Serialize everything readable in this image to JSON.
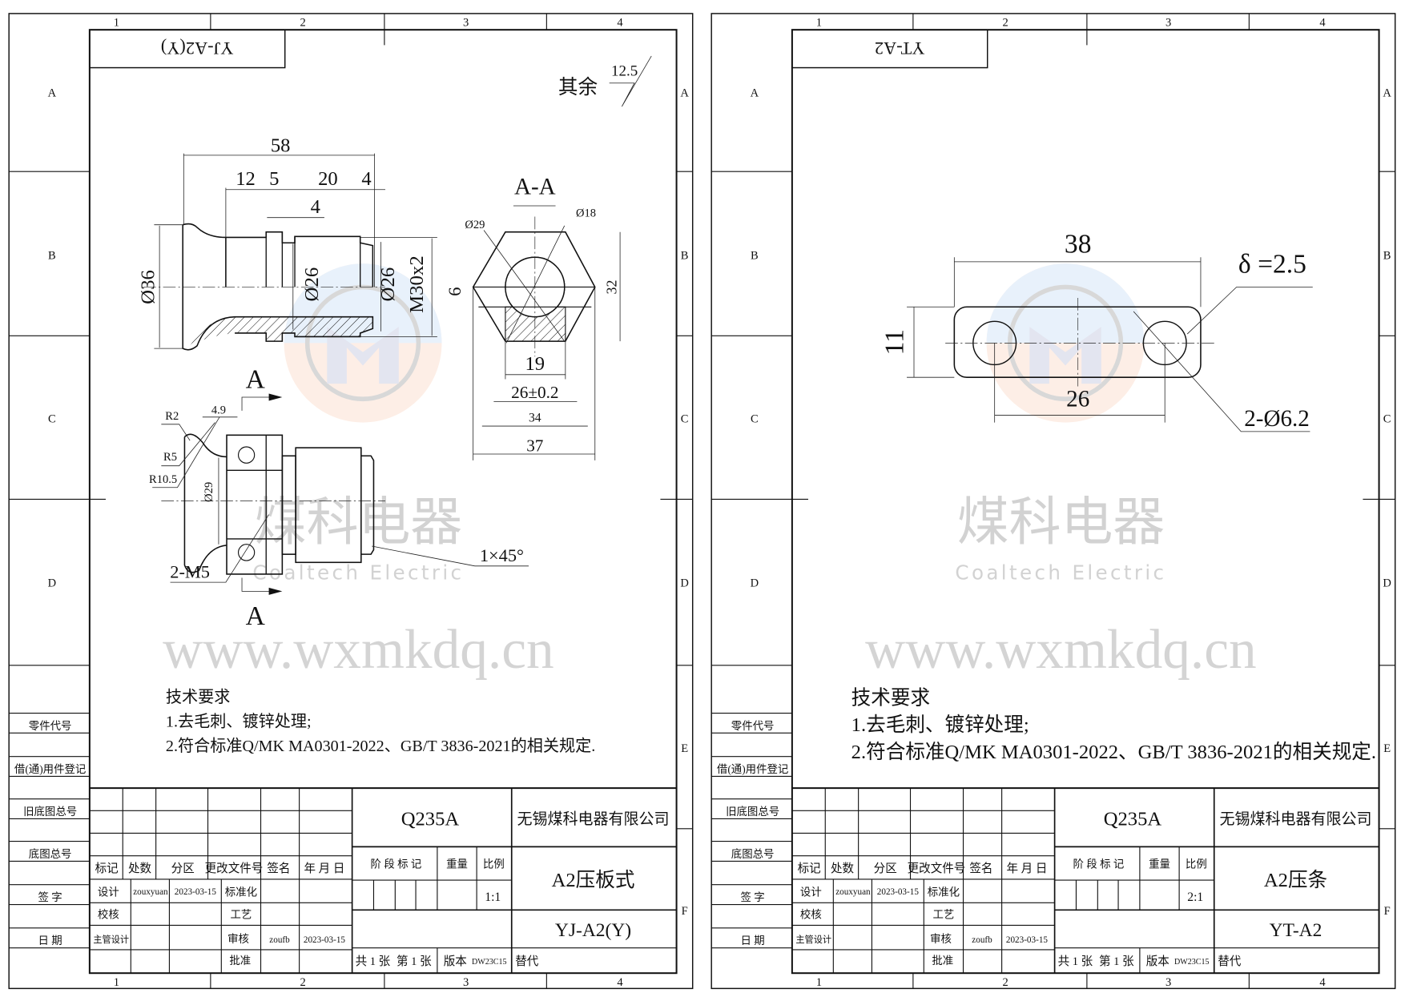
{
  "common": {
    "zone_columns": [
      "1",
      "2",
      "3",
      "4"
    ],
    "zone_rows": [
      "A",
      "B",
      "C",
      "D",
      "E",
      "F"
    ],
    "side_labels": [
      "零件代号",
      "借(通)用件登记",
      "旧底图总号",
      "底图总号",
      "签 字",
      "日 期"
    ],
    "revision_headers": [
      "标记",
      "处数",
      "分区",
      "更改文件号",
      "签名",
      "年 月 日"
    ],
    "labels": {
      "design": "设计",
      "check": "校核",
      "chief_design": "主管设计",
      "standardize": "标准化",
      "process": "工艺",
      "review": "审核",
      "approve": "批准",
      "stage_mark": "阶 段 标 记",
      "weight": "重量",
      "scale": "比例",
      "sheets_total": "共 1 张",
      "sheet_no": "第 1 张",
      "version": "版本",
      "replace": "替代"
    },
    "watermark": {
      "cn": "煤科电器",
      "en": "Coaltech Electric",
      "url": "www.wxmkdq.cn"
    },
    "tech_requirements": {
      "title": "技术要求",
      "items": [
        "1.去毛刺、镀锌处理;",
        "2.符合标准Q/MK MA0301-2022、GB/T 3836-2021的相关规定."
      ]
    }
  },
  "sheets": [
    {
      "stamp": "YJ-A2(Y)",
      "title_block": {
        "material": "Q235A",
        "company": "无锡煤科电器有限公司",
        "part_name": "A2压板式",
        "drawing_no": "YJ-A2(Y)",
        "scale": "1:1",
        "designer": "zouxyuan",
        "design_date": "2023-03-15",
        "reviewer": "zoufb",
        "review_date": "2023-03-15",
        "version": "DW23C15"
      },
      "drawing": {
        "roughness_label": "其余",
        "roughness_value": "12.5",
        "section_title": "A-A",
        "section_marker": "A",
        "dims": {
          "total": "58",
          "d12": "12",
          "d5": "5",
          "d20": "20",
          "d4a": "4",
          "d4b": "4",
          "dia36": "Ø36",
          "dia26a": "Ø26",
          "dia26b": "Ø26",
          "thread": "M30x2",
          "dia29": "Ø29",
          "dia18": "Ø18",
          "h6": "6",
          "h32": "32",
          "w19": "19",
          "w26": "26±0.2",
          "w34": "34",
          "w37": "37",
          "r2": "R2",
          "r5": "R5",
          "r105": "R10.5",
          "d49": "4.9",
          "dia29b": "Ø29",
          "m5": "2-M5",
          "chamfer": "1×45°"
        }
      }
    },
    {
      "stamp": "YT-A2",
      "title_block": {
        "material": "Q235A",
        "company": "无锡煤科电器有限公司",
        "part_name": "A2压条",
        "drawing_no": "YT-A2",
        "scale": "2:1",
        "designer": "zouxyuan",
        "design_date": "2023-03-15",
        "reviewer": "zoufb",
        "review_date": "2023-03-15",
        "version": "DW23C15"
      },
      "drawing": {
        "dims": {
          "length": "38",
          "height": "11",
          "pitch": "26",
          "thickness": "δ =2.5",
          "holes": "2-Ø6.2"
        }
      }
    }
  ]
}
